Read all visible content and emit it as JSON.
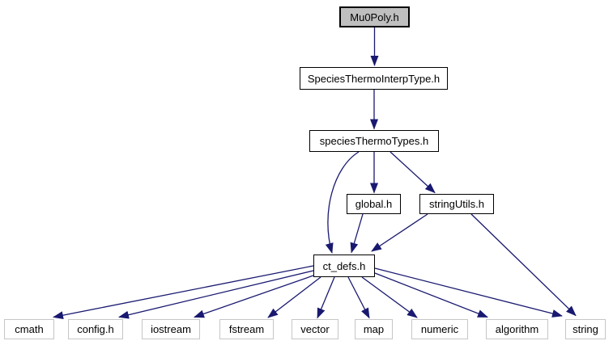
{
  "diagram": {
    "type": "include-dependency-graph",
    "root_file": "Mu0Poly.h",
    "colors": {
      "edge": "#191970",
      "root_fill": "#bfbfbf",
      "node_border": "#000000",
      "leaf_border": "#c6c6c6",
      "background": "#ffffff",
      "text": "#000000"
    },
    "nodes": [
      {
        "id": "mu0poly",
        "label": "Mu0Poly.h",
        "kind": "root"
      },
      {
        "id": "species-thermo-interp-type",
        "label": "SpeciesThermoInterpType.h",
        "kind": "internal"
      },
      {
        "id": "species-thermo-types",
        "label": "speciesThermoTypes.h",
        "kind": "internal"
      },
      {
        "id": "global-h",
        "label": "global.h",
        "kind": "internal"
      },
      {
        "id": "string-utils-h",
        "label": "stringUtils.h",
        "kind": "internal"
      },
      {
        "id": "ct-defs-h",
        "label": "ct_defs.h",
        "kind": "internal"
      },
      {
        "id": "cmath",
        "label": "cmath",
        "kind": "system"
      },
      {
        "id": "config-h",
        "label": "config.h",
        "kind": "system"
      },
      {
        "id": "iostream",
        "label": "iostream",
        "kind": "system"
      },
      {
        "id": "fstream",
        "label": "fstream",
        "kind": "system"
      },
      {
        "id": "vector",
        "label": "vector",
        "kind": "system"
      },
      {
        "id": "map",
        "label": "map",
        "kind": "system"
      },
      {
        "id": "numeric",
        "label": "numeric",
        "kind": "system"
      },
      {
        "id": "algorithm",
        "label": "algorithm",
        "kind": "system"
      },
      {
        "id": "string",
        "label": "string",
        "kind": "system"
      }
    ],
    "edges": [
      {
        "from": "Mu0Poly.h",
        "to": "SpeciesThermoInterpType.h"
      },
      {
        "from": "SpeciesThermoInterpType.h",
        "to": "speciesThermoTypes.h"
      },
      {
        "from": "speciesThermoTypes.h",
        "to": "global.h"
      },
      {
        "from": "speciesThermoTypes.h",
        "to": "stringUtils.h"
      },
      {
        "from": "speciesThermoTypes.h",
        "to": "ct_defs.h"
      },
      {
        "from": "global.h",
        "to": "ct_defs.h"
      },
      {
        "from": "stringUtils.h",
        "to": "ct_defs.h"
      },
      {
        "from": "stringUtils.h",
        "to": "string"
      },
      {
        "from": "ct_defs.h",
        "to": "cmath"
      },
      {
        "from": "ct_defs.h",
        "to": "config.h"
      },
      {
        "from": "ct_defs.h",
        "to": "iostream"
      },
      {
        "from": "ct_defs.h",
        "to": "fstream"
      },
      {
        "from": "ct_defs.h",
        "to": "vector"
      },
      {
        "from": "ct_defs.h",
        "to": "map"
      },
      {
        "from": "ct_defs.h",
        "to": "numeric"
      },
      {
        "from": "ct_defs.h",
        "to": "algorithm"
      },
      {
        "from": "ct_defs.h",
        "to": "string"
      }
    ]
  }
}
